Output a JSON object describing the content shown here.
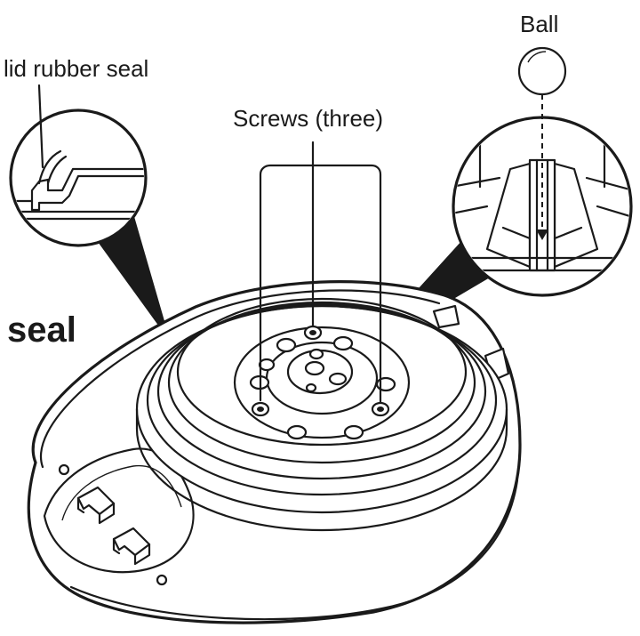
{
  "labels": {
    "ball": "Ball",
    "lid_seal": "lid rubber seal",
    "screws": "Screws (three)",
    "seal": "seal"
  },
  "colors": {
    "ink": "#1a1a1a",
    "paper": "#ffffff"
  }
}
